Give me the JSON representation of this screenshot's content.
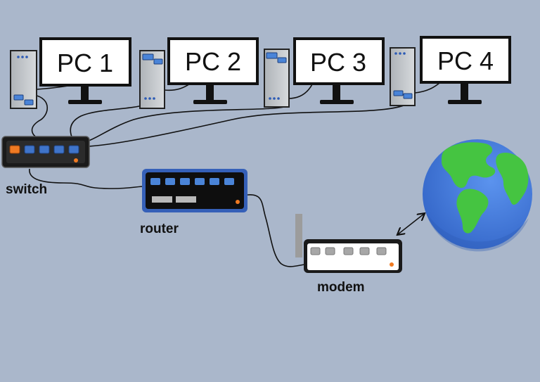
{
  "diagram": {
    "pcs": [
      {
        "label": "PC 1"
      },
      {
        "label": "PC 2"
      },
      {
        "label": "PC 3"
      },
      {
        "label": "PC 4"
      }
    ],
    "devices": {
      "switch": "switch",
      "router": "router",
      "modem": "modem"
    }
  },
  "colors": {
    "background": "#aab7cb",
    "port_blue": "#3f74c9",
    "port_orange": "#f07a22",
    "globe_ocean": "#3a6fd2",
    "globe_land": "#45c441"
  },
  "icons": [
    "tower-icon",
    "monitor-icon",
    "switch-icon",
    "router-icon",
    "modem-icon",
    "globe-icon",
    "arrow-icon"
  ]
}
